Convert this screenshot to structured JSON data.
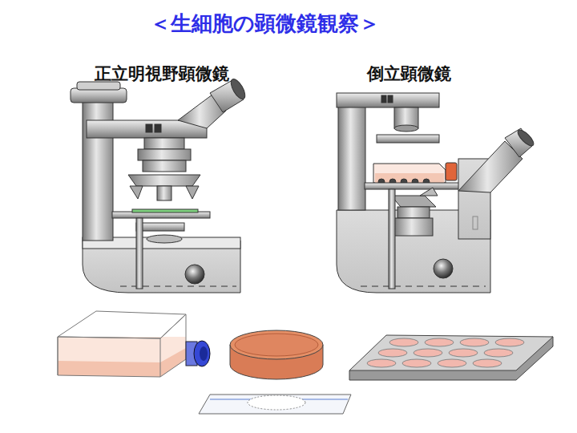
{
  "diagram": {
    "title": "＜生細胞の顕微鏡観察＞",
    "labels": [
      "正立明視野顕微鏡",
      "倒立顕微鏡"
    ]
  }
}
